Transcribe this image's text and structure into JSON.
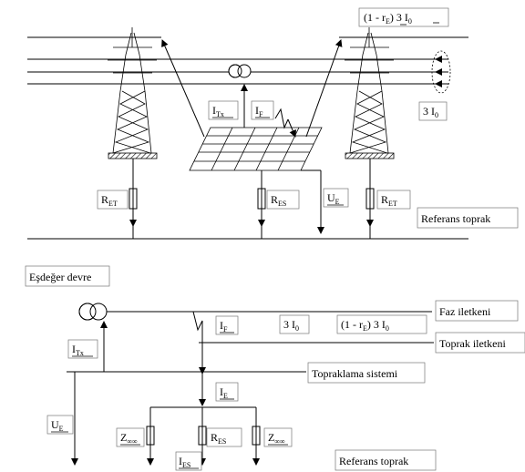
{
  "top": {
    "label_ret_current_a": "(1 - r",
    "label_ret_current_sub": "E",
    "label_ret_current_b": ") 3 I",
    "label_ret_current_sub2": "0",
    "label_3i0_a": "3 I",
    "label_3i0_sub": "0",
    "label_itx_a": "I",
    "label_itx_sub": "Tx",
    "label_if_a": "I",
    "label_if_sub": "F",
    "label_ret_left_a": "R",
    "label_ret_left_sub": "ET",
    "label_res_a": "R",
    "label_res_sub": "ES",
    "label_ue_a": "U",
    "label_ue_sub": "E",
    "label_ret_right_a": "R",
    "label_ret_right_sub": "ET",
    "label_ref_earth": "Referans toprak"
  },
  "bottom": {
    "title": "Eşdeğer devre",
    "label_phase_conductor": "Faz iletkeni",
    "label_earth_wire": "Toprak iletkeni",
    "label_earthing_system": "Topraklama sistemi",
    "label_if_a": "I",
    "label_if_sub": "F",
    "label_3i0_a": "3 I",
    "label_3i0_sub": "0",
    "label_ret_a": "(1 - r",
    "label_ret_sub": "E",
    "label_ret_b": ") 3 I",
    "label_ret_sub2": "0",
    "label_itx_a": "I",
    "label_itx_sub": "Tx",
    "label_ie_a": "I",
    "label_ie_sub": "E",
    "label_ue_a": "U",
    "label_ue_sub": "E",
    "label_zinf_left_a": "Z",
    "label_zinf_left_sub": "∞∞",
    "label_res_a": "R",
    "label_res_sub": "ES",
    "label_zinf_right_a": "Z",
    "label_zinf_right_sub": "∞∞",
    "label_ies_a": "I",
    "label_ies_sub": "ES",
    "label_ref_earth": "Referans toprak"
  }
}
